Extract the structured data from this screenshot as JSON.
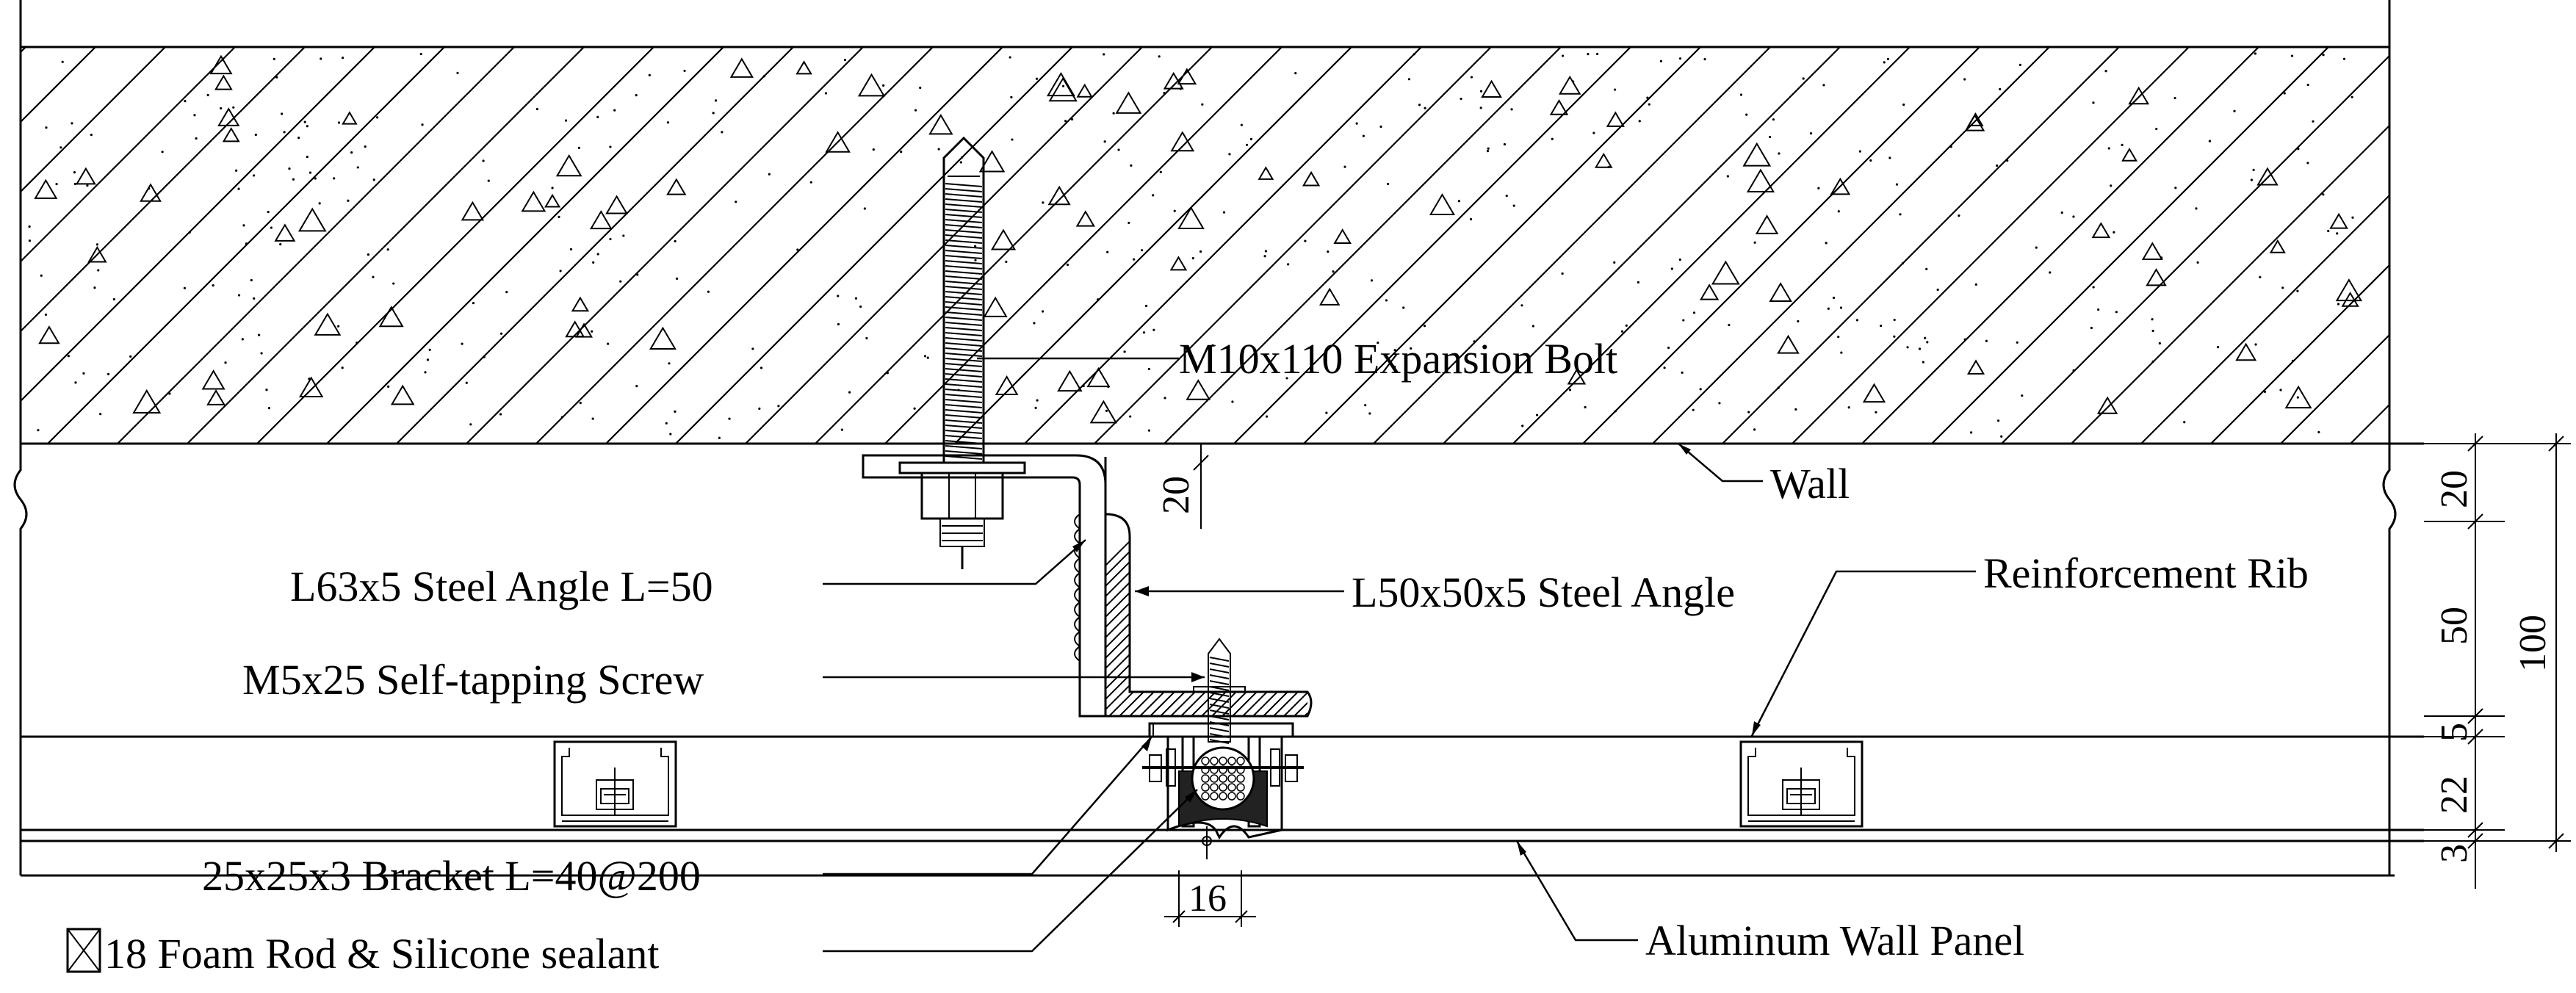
{
  "labels": {
    "expansion_bolt": "M10x110 Expansion Bolt",
    "wall": "Wall",
    "steel_angle_63": "L63x5 Steel Angle L=50",
    "steel_angle_50": "L50x50x5 Steel Angle",
    "self_tapping_screw": "M5x25 Self-tapping Screw",
    "reinforcement_rib": "Reinforcement Rib",
    "bracket": "25x25x3 Bracket L=40@200",
    "foam_rod": "18 Foam Rod & Silicone sealant",
    "aluminum_panel": "Aluminum Wall Panel"
  },
  "dimensions": {
    "gap_20_vertical": "20",
    "joint_width": "16",
    "right_stack": [
      "20",
      "50",
      "5",
      "22",
      "3"
    ],
    "right_total": "100"
  }
}
